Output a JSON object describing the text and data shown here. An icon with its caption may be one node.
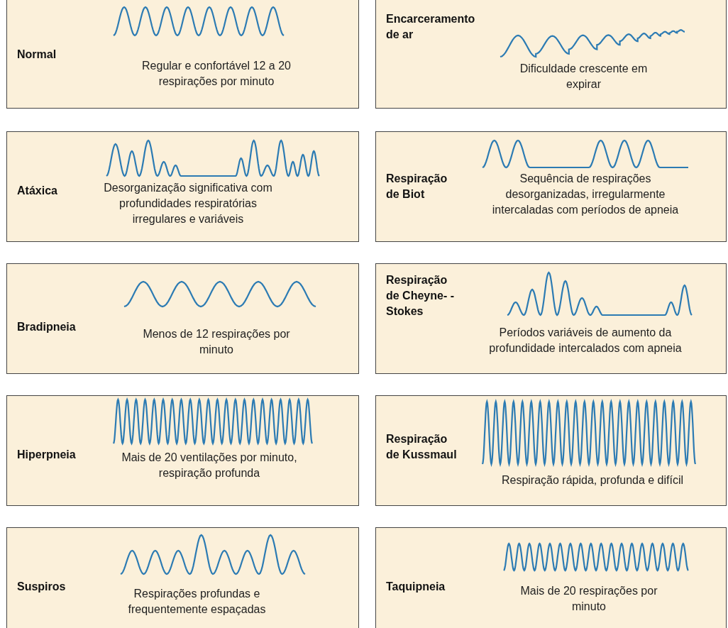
{
  "diagram": {
    "nodes": [
      {
        "text": [
          "Normal",
          "Regular e confortável 12 a 20 respirações por minuto"
        ]
      },
      {
        "text": [
          "Encarceramento de ar",
          "Dificuldade crescente em expirar"
        ]
      },
      {
        "text": [
          "Atáxica",
          "Desorganização significativa com profundidades respiratórias irregulares e variáveis"
        ]
      },
      {
        "text": [
          "Respiração de Biot",
          "Sequência de respirações desorganizadas, irregularmente intercaladas com períodos de apneia"
        ]
      },
      {
        "text": [
          "Bradipneia",
          "Menos de 12 respirações por minuto"
        ]
      },
      {
        "text": [
          "Respiração de Cheyne- -Stokes",
          "Períodos variáveis de aumento da profundidade intercalados com apneia"
        ]
      },
      {
        "text": [
          "Hiperpneia",
          "Mais de 20 ventilações por minuto, respiração profunda"
        ]
      },
      {
        "text": [
          "Respiração de Kussmaul",
          "Respiração rápida, profunda e difícil"
        ]
      },
      {
        "text": [
          "Suspiros",
          "Respirações profundas e frequentemente espaçadas"
        ]
      },
      {
        "text": [
          "Taquipneia",
          "Mais de 20 respirações por minuto"
        ]
      }
    ]
  }
}
